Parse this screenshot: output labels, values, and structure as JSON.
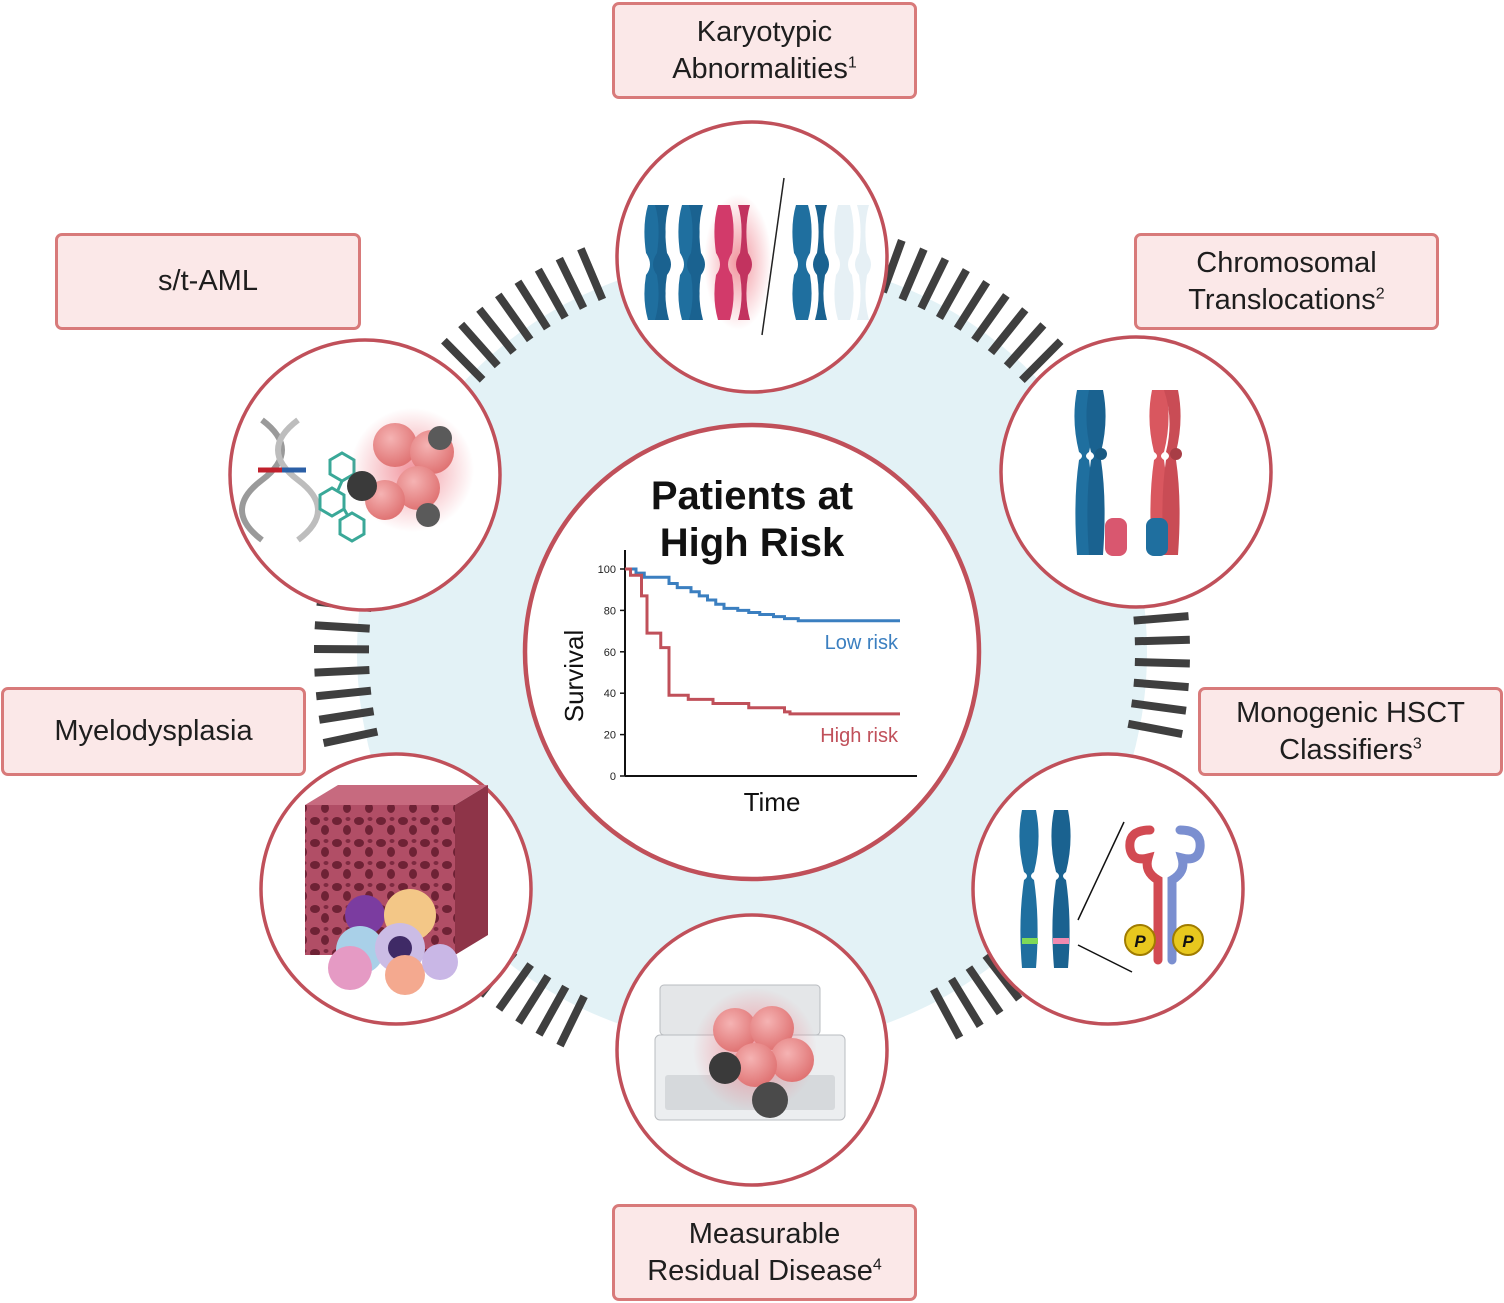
{
  "center": {
    "title_line1": "Patients at",
    "title_line2": "High Risk"
  },
  "labels": {
    "karyotypic": {
      "line1": "Karyotypic",
      "line2": "Abnormalities",
      "ref": "1"
    },
    "st_aml": {
      "text": "s/t-AML"
    },
    "chromosomal": {
      "line1": "Chromosomal",
      "line2": "Translocations",
      "ref": "2"
    },
    "myelodysplasia": {
      "text": "Myelodysplasia"
    },
    "monogenic": {
      "line1": "Monogenic HSCT",
      "line2": "Classifiers",
      "ref": "3"
    },
    "mrd": {
      "line1": "Measurable",
      "line2": "Residual Disease",
      "ref": "4"
    }
  },
  "phospho_label": "P",
  "colors": {
    "box_fill": "#fbe8e8",
    "box_border": "#d87a7a",
    "circle_border": "#c0505a",
    "ring_fill": "#e3f2f6",
    "low_risk": "#3b7fc0",
    "high_risk": "#c0505a",
    "chromosome_blue": "#1f6f9f",
    "chromosome_red": "#d9575f"
  },
  "chart_data": {
    "type": "line",
    "xlabel": "Time",
    "ylabel": "Survival",
    "ylim": [
      0,
      100
    ],
    "yticks": [
      0,
      20,
      40,
      60,
      80,
      100
    ],
    "xlim": [
      0,
      100
    ],
    "grid": false,
    "series": [
      {
        "name": "Low risk",
        "color": "#3b7fc0",
        "step": true,
        "points": [
          [
            0,
            100
          ],
          [
            4,
            98
          ],
          [
            7,
            96
          ],
          [
            16,
            93
          ],
          [
            19,
            91
          ],
          [
            24,
            89
          ],
          [
            27,
            87
          ],
          [
            30,
            85
          ],
          [
            33,
            83
          ],
          [
            36,
            81
          ],
          [
            41,
            80
          ],
          [
            45,
            79
          ],
          [
            49,
            78
          ],
          [
            54,
            77
          ],
          [
            58,
            76
          ],
          [
            63,
            75
          ],
          [
            100,
            75
          ]
        ]
      },
      {
        "name": "High risk",
        "color": "#c0505a",
        "step": true,
        "points": [
          [
            0,
            100
          ],
          [
            2,
            97
          ],
          [
            6,
            87
          ],
          [
            8,
            69
          ],
          [
            13,
            62
          ],
          [
            16,
            39
          ],
          [
            23,
            37
          ],
          [
            32,
            35
          ],
          [
            45,
            33
          ],
          [
            58,
            31
          ],
          [
            60,
            30
          ],
          [
            100,
            30
          ]
        ]
      }
    ]
  }
}
